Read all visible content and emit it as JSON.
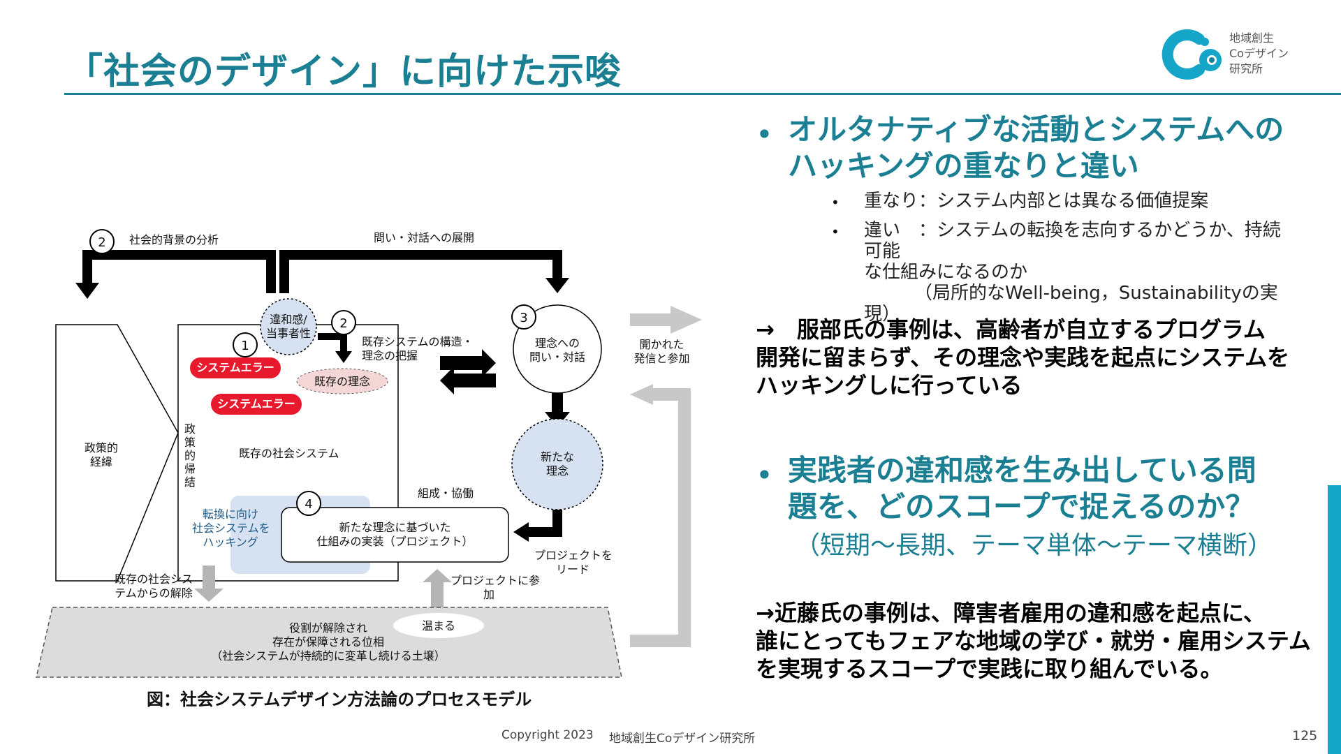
{
  "header": {
    "title": "「社会のデザイン」に向けた示唆",
    "logo_lines": [
      "地域創生",
      "Coデザイン",
      "研究所"
    ]
  },
  "diagram": {
    "n2_top": "2",
    "analysis": "社会的背景の分析",
    "dialogue_expand": "問い・対話への展開",
    "discomfort": [
      "違和感/",
      "当事者性"
    ],
    "n1": "1",
    "n2": "2",
    "n3": "3",
    "n4": "4",
    "structure": [
      "既存システムの構造・",
      "理念の把握"
    ],
    "error1": "システムエラー",
    "error2": "システムエラー",
    "existing_idea": "既存の理念",
    "policy_history": [
      "政策的",
      "経緯"
    ],
    "policy_result": [
      "政",
      "策",
      "的",
      "帰",
      "結"
    ],
    "existing_system": "既存の社会システム",
    "idea_question": [
      "理念への",
      "問い・対話"
    ],
    "new_idea": [
      "新たな",
      "理念"
    ],
    "cooperation": "組成・協働",
    "hacking": [
      "転換に向け",
      "社会システムを",
      "ハッキング"
    ],
    "implementation": [
      "新たな理念に基づいた",
      "仕組みの実装（プロジェクト）"
    ],
    "lead": [
      "プロジェクトを",
      "リード"
    ],
    "release": [
      "既存の社会シス",
      "テムからの解除"
    ],
    "participate": [
      "プロジェクトに参",
      "加"
    ],
    "warm": "温まる",
    "ground": [
      "役割が解除され",
      "存在が保障される位相",
      "（社会システムが持続的に変革し続ける土壌）"
    ],
    "open": [
      "開かれた",
      "発信と参加"
    ],
    "caption": "図：社会システムデザイン方法論のプロセスモデル"
  },
  "right": {
    "heading1": [
      "オルタナティブな活動とシステムへの",
      "ハッキングの重なりと違い"
    ],
    "point1": "重なり：システム内部とは異なる価値提案",
    "point2": [
      "違い　：システムの転換を志向するかどうか、持続可能",
      "な仕組みになるのか",
      "（局所的なWell-being，Sustainabilityの実",
      "現）"
    ],
    "case1": [
      "→　服部氏の事例は、高齢者が自立するプログラム",
      "開発に留まらず、その理念や実践を起点にシステムを",
      "ハッキングしに行っている"
    ],
    "heading2": [
      "実践者の違和感を生み出している問",
      "題を、どのスコープで捉えるのか？"
    ],
    "heading2_sub": "（短期～長期、テーマ単体～テーマ横断）",
    "case2": [
      "→近藤氏の事例は、障害者雇用の違和感を起点に、",
      "誰にとってもフェアな地域の学び・就労・雇用システム",
      "を実現するスコープで実践に取り組んでいる。"
    ]
  },
  "footer": {
    "copyright": "Copyright 2023",
    "org": "地域創生Coデザイン研究所",
    "page": "125"
  },
  "colors": {
    "accent": "#1a7f93",
    "error": "#e8192c",
    "bar": "#14a5c9"
  }
}
